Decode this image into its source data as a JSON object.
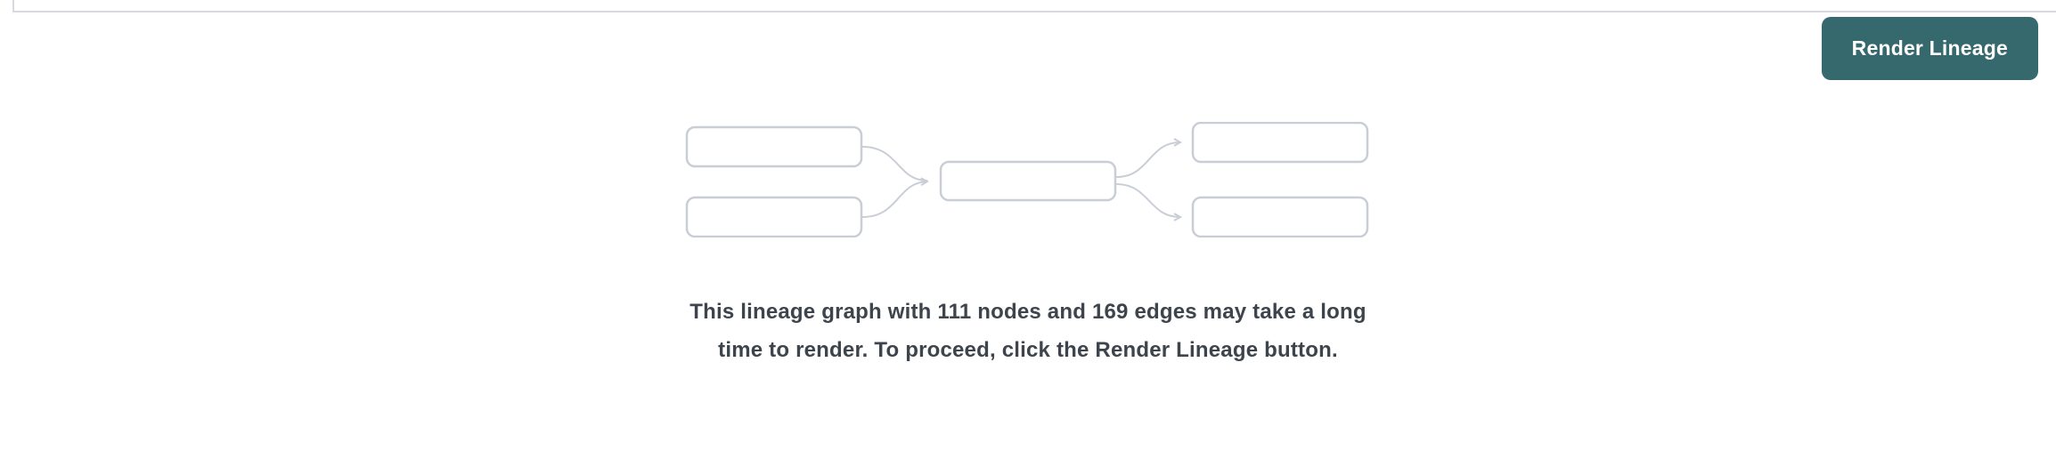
{
  "toolbar": {
    "render_lineage_label": "Render Lineage"
  },
  "graph_warning": {
    "message": "This lineage graph with 111 nodes and 169 edges may take a long time to render. To proceed, click the Render Lineage button.",
    "node_count": 111,
    "edge_count": 169
  },
  "colors": {
    "button_bg": "#35696e",
    "button_text": "#ffffff",
    "placeholder_stroke": "#c9ced6",
    "message_text": "#3d444c",
    "panel_border": "#d7dbdf",
    "background": "#ffffff"
  }
}
